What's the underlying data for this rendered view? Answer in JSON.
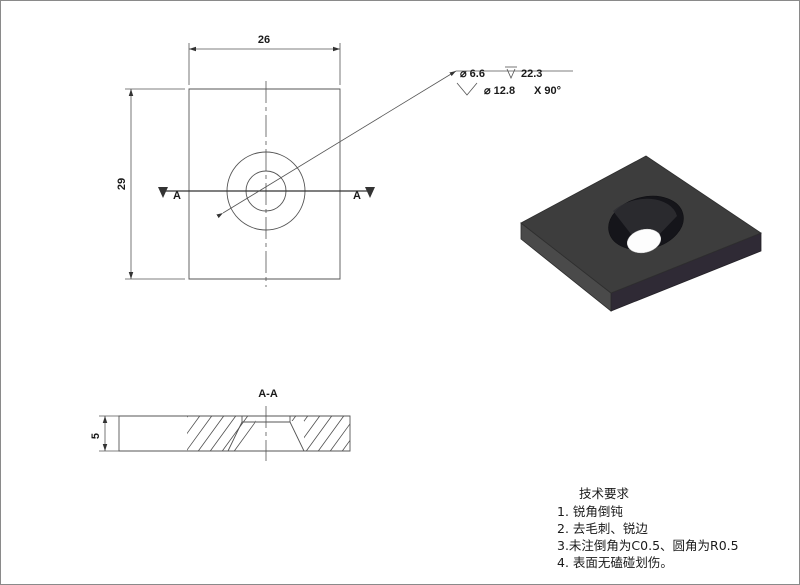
{
  "document": {
    "type": "cad-technical-drawing",
    "background_color": "#ffffff",
    "border_color": "#8a8a8a",
    "line_color": "#555555",
    "text_color": "#1a1a1a"
  },
  "top_view": {
    "name": "top-view",
    "width_dimension": "26",
    "height_dimension": "29",
    "section_label_left": "A",
    "section_label_right": "A",
    "callout_line1": "⌀ 6.6 ⎰ 22.3",
    "callout_line1_diameter": "⌀ 6.6",
    "callout_line1_depth": "22.3",
    "callout_line2": "⌀ 12.8 X 90°",
    "callout_line2_diameter": "⌀ 12.8",
    "callout_line2_angle": "X 90°"
  },
  "section_view": {
    "name": "section-a-a",
    "title": "A-A",
    "thickness_dimension": "5"
  },
  "iso_view": {
    "name": "isometric-3d-model",
    "top_face_color": "#3d3d3d",
    "left_face_color": "#4a4a4a",
    "front_face_color": "#3a3340",
    "right_face_color": "#2f2a35",
    "hole_color": "#15151a",
    "bore_color": "#ffffff"
  },
  "technical_requirements": {
    "title": "技术要求",
    "items": [
      "1. 锐角倒钝",
      "2. 去毛刺、锐边",
      "3.未注倒角为C0.5、圆角为R0.5",
      "4. 表面无磕碰划伤。"
    ]
  }
}
